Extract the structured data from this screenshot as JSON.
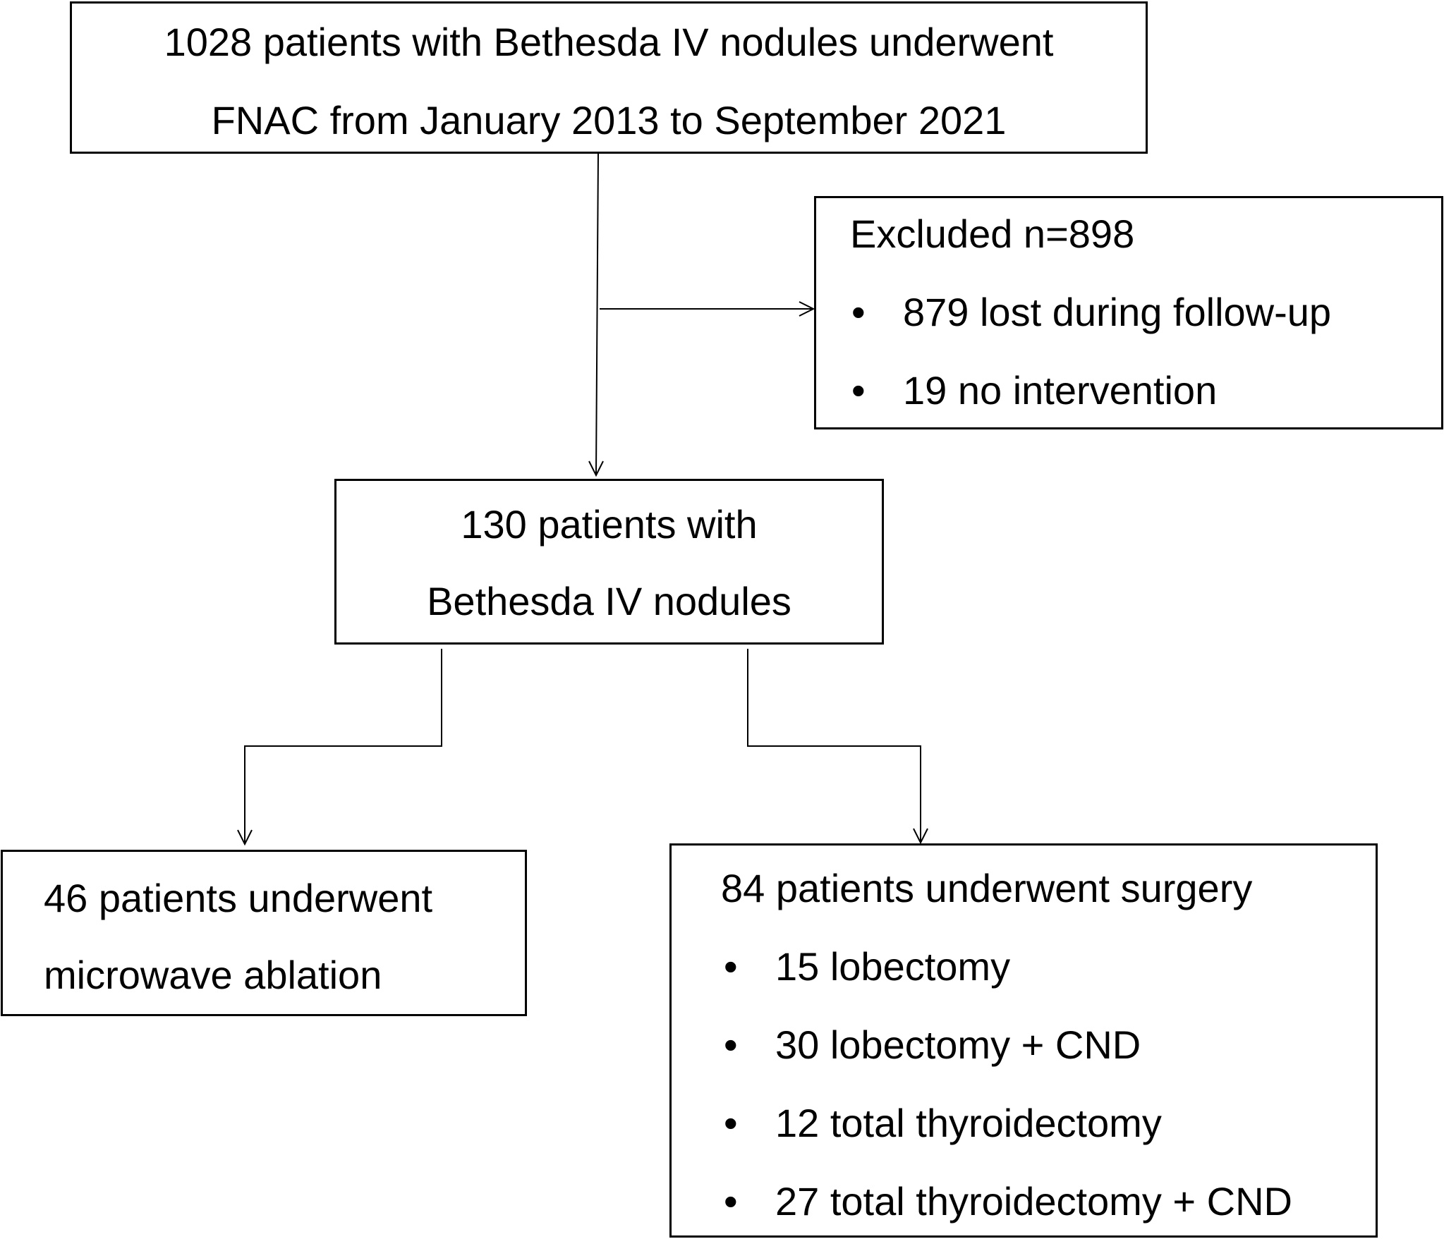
{
  "top_box": {
    "line1": "1028 patients with Bethesda IV nodules underwent",
    "line2": "FNAC from January 2013 to September 2021"
  },
  "excluded_box": {
    "title": "Excluded n=898",
    "items": [
      "879 lost during follow-up",
      "19 no intervention"
    ]
  },
  "middle_box": {
    "line1": "130 patients  with",
    "line2": "Bethesda IV nodules"
  },
  "ablation_box": {
    "line1": "46 patients underwent",
    "line2": "microwave ablation"
  },
  "surgery_box": {
    "title": "84 patients underwent surgery",
    "items": [
      "15 lobectomy",
      "30 lobectomy + CND",
      "12 total thyroidectomy",
      "27 total thyroidectomy + CND"
    ]
  },
  "bullet_glyph": "•"
}
